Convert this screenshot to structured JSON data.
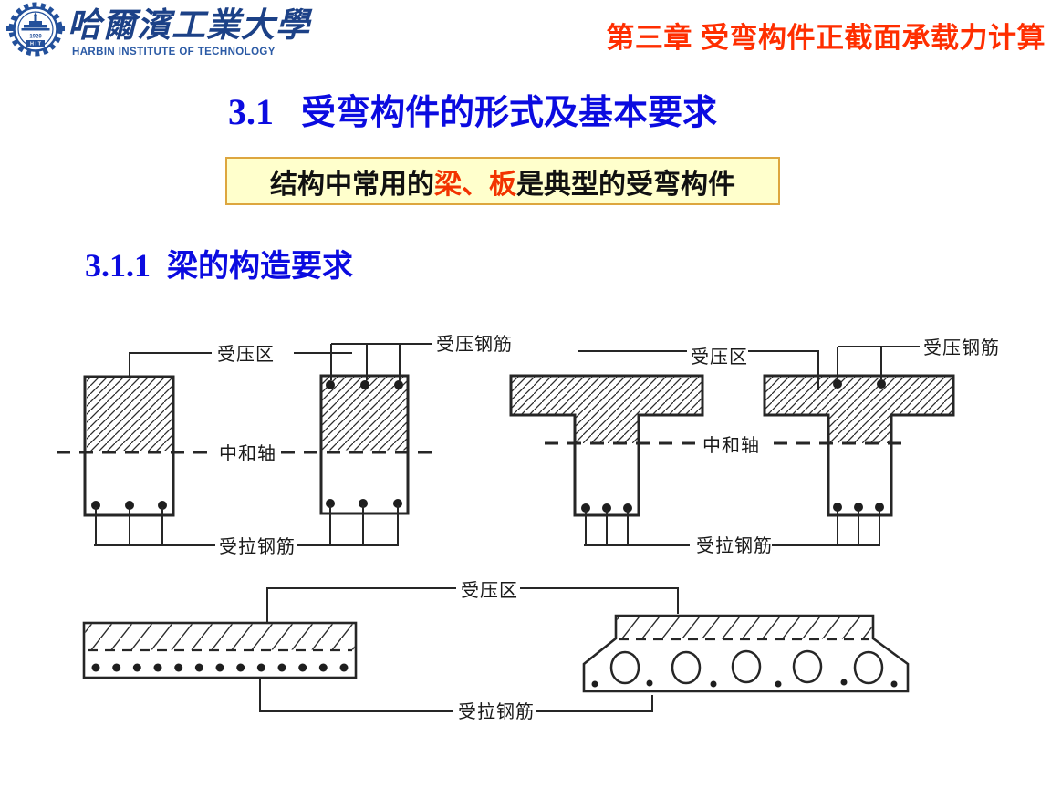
{
  "header": {
    "university_cn": "哈爾濱工業大學",
    "university_en": "HARBIN INSTITUTE OF TECHNOLOGY",
    "logo_year": "1920",
    "logo_hit": "H I T",
    "chapter_title": "第三章 受弯构件正截面承载力计算"
  },
  "section": {
    "number": "3.1",
    "title": "受弯构件的形式及基本要求"
  },
  "highlight": {
    "prefix": "结构中常用的",
    "emphasis": "梁、板",
    "suffix": "是典型的受弯构件"
  },
  "subsection": {
    "number": "3.1.1",
    "title": "梁的构造要求"
  },
  "diagram": {
    "labels": {
      "compression_zone": "受压区",
      "compression_rebar": "受压钢筋",
      "neutral_axis": "中和轴",
      "tension_rebar": "受拉钢筋"
    },
    "figures": [
      "rectangular-beam-section",
      "rectangular-beam-section-with-compression-rebar",
      "t-beam-section",
      "t-beam-section-with-compression-rebar",
      "solid-slab-section",
      "hollow-core-slab-section"
    ]
  },
  "colors": {
    "title_blue": "#0b0be0",
    "chapter_red": "#ff2e00",
    "emphasis_red": "#f23300",
    "highlight_bg": "#ffffcc",
    "highlight_border": "#dda63f",
    "logo_blue": "#23509b",
    "diagram_ink": "#262626"
  }
}
